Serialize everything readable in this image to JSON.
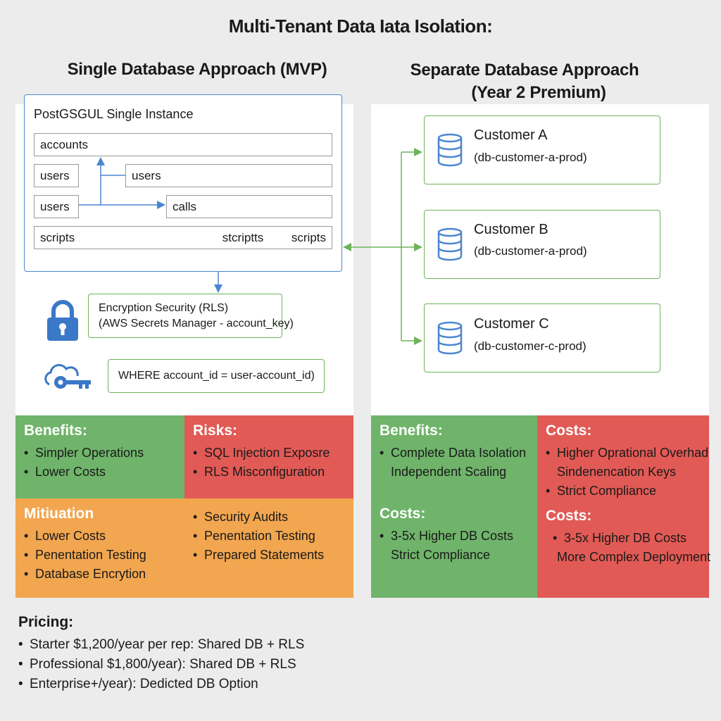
{
  "title": "Multi-Tenant Data Iata Isolation:",
  "left": {
    "heading": "Single Database Approach (MVP)",
    "instance_label": "PostGSGUL Single Instance",
    "tables": {
      "accounts": "accounts",
      "users_a": "users",
      "users_b": "users",
      "users_c": "users",
      "calls": "calls",
      "scripts_1": "scripts",
      "scripts_2": "stcriptts",
      "scripts_3": "scripts"
    },
    "encryption_line1": "Encryption Security (RLS)",
    "encryption_line2": "(AWS Secrets Manager - account_key)",
    "where_clause": "WHERE account_id = user-account_id)",
    "lock_icon": "lock-icon",
    "cloud_key_icon": "cloud-key-icon",
    "benefits": {
      "title": "Benefits:",
      "items": [
        "Simpler Operations",
        "Lower Costs"
      ]
    },
    "risks": {
      "title": "Risks:",
      "items": [
        "SQL Injection Exposre",
        "RLS Misconfiguration"
      ]
    },
    "mitigation": {
      "title": "Mitiuation",
      "items_left": [
        "Lower Costs",
        "Penentation Testing",
        "Database Encrytion"
      ],
      "items_right": [
        "Security Audits",
        "Penentation Testing",
        "Prepared Statements"
      ]
    }
  },
  "right": {
    "heading_line1": "Separate Database Approach",
    "heading_line2": "(Year 2 Premium)",
    "customers": [
      {
        "name": "Customer A",
        "db": "(db-customer-a-prod)"
      },
      {
        "name": "Customer B",
        "db": "(db-customer-a-prod)"
      },
      {
        "name": "Customer C",
        "db": "(db-customer-c-prod)"
      }
    ],
    "database_icon": "database-icon",
    "benefits": {
      "title": "Benefits:",
      "item1": "Complete Data Isolation",
      "item2": "Independent Scaling"
    },
    "costs_left": {
      "title": "Costs:",
      "item1": "3-5x Higher DB Costs",
      "item2": "Strict Compliance"
    },
    "costs_right_top": {
      "title": "Costs:",
      "item1": "Higher Oprational Overhad",
      "item2": "Sindenencation Keys",
      "item3": "Strict Compliance"
    },
    "costs_right_bottom": {
      "title": "Costs:",
      "item1": "3-5x Higher DB Costs",
      "item2": "More Complex Deployment"
    }
  },
  "pricing": {
    "title": "Pricing:",
    "items": [
      "Starter $1,200/year per rep: Shared DB + RLS",
      "Professional $1,800/year): Shared DB + RLS",
      "Enterprise+/year): Dedicted DB Option"
    ]
  },
  "colors": {
    "green": "#6fb46a",
    "red": "#e25a55",
    "orange": "#f2a64f",
    "blue": "#4a86d0"
  }
}
